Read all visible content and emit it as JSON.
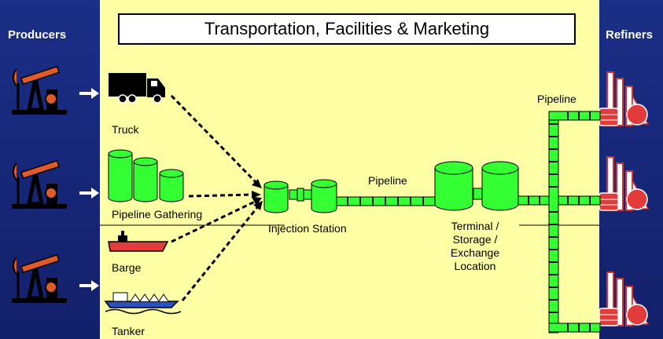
{
  "title": "Transportation, Facilities & Marketing",
  "side_labels": {
    "producers": "Producers",
    "refiners": "Refiners"
  },
  "sources": {
    "truck": "Truck",
    "pipeline_gathering": "Pipeline Gathering",
    "barge": "Barge",
    "tanker": "Tanker"
  },
  "facilities": {
    "injection_station": "Injection Station",
    "pipeline_mid": "Pipeline",
    "pipeline_right": "Pipeline",
    "terminal": [
      "Terminal /",
      "Storage /",
      "Exchange",
      "Location"
    ]
  },
  "colors": {
    "background": "#17287a",
    "panel": "#ffffa6",
    "tank_green": "#33ff33",
    "refinery_red": "#e23b3b"
  }
}
